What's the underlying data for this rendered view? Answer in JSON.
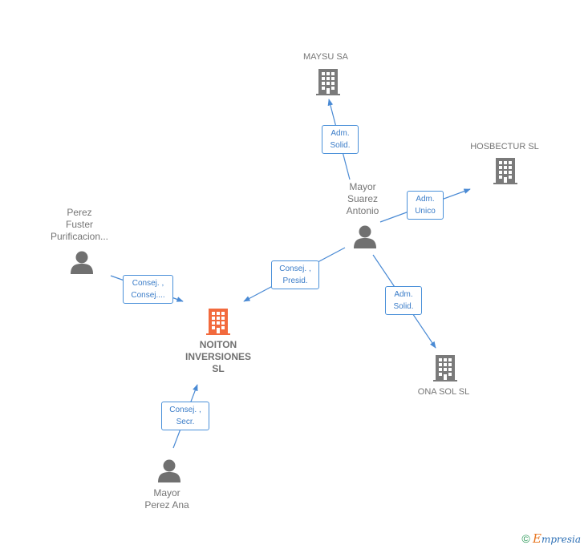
{
  "nodes": {
    "maysu": {
      "name": "MAYSU SA"
    },
    "hosbectur": {
      "name": "HOSBECTUR SL"
    },
    "ona": {
      "name": "ONA SOL SL"
    },
    "noiton": {
      "lines": [
        "NOITON",
        "INVERSIONES",
        "SL"
      ]
    },
    "mayor_suarez": {
      "lines": [
        "Mayor",
        "Suarez",
        "Antonio"
      ]
    },
    "perez_fuster": {
      "lines": [
        "Perez",
        "Fuster",
        "Purificacion..."
      ]
    },
    "mayor_perez": {
      "lines": [
        "Mayor",
        "Perez Ana"
      ]
    }
  },
  "roles": {
    "adm_solid_maysu": [
      "Adm.",
      "Solid."
    ],
    "adm_unico": [
      "Adm.",
      "Unico"
    ],
    "consej_presid": [
      "Consej. ,",
      "Presid."
    ],
    "adm_solid_ona": [
      "Adm.",
      "Solid."
    ],
    "consej_consej": [
      "Consej. ,",
      "Consej...."
    ],
    "consej_secr": [
      "Consej. ,",
      "Secr."
    ]
  },
  "colors": {
    "main_company": "#f26a3d",
    "company": "#7a7a7a",
    "person": "#707070",
    "edge": "#4a8ad4"
  },
  "footer": {
    "copyright": "©",
    "brand_first": "E",
    "brand_rest": "mpresia"
  }
}
